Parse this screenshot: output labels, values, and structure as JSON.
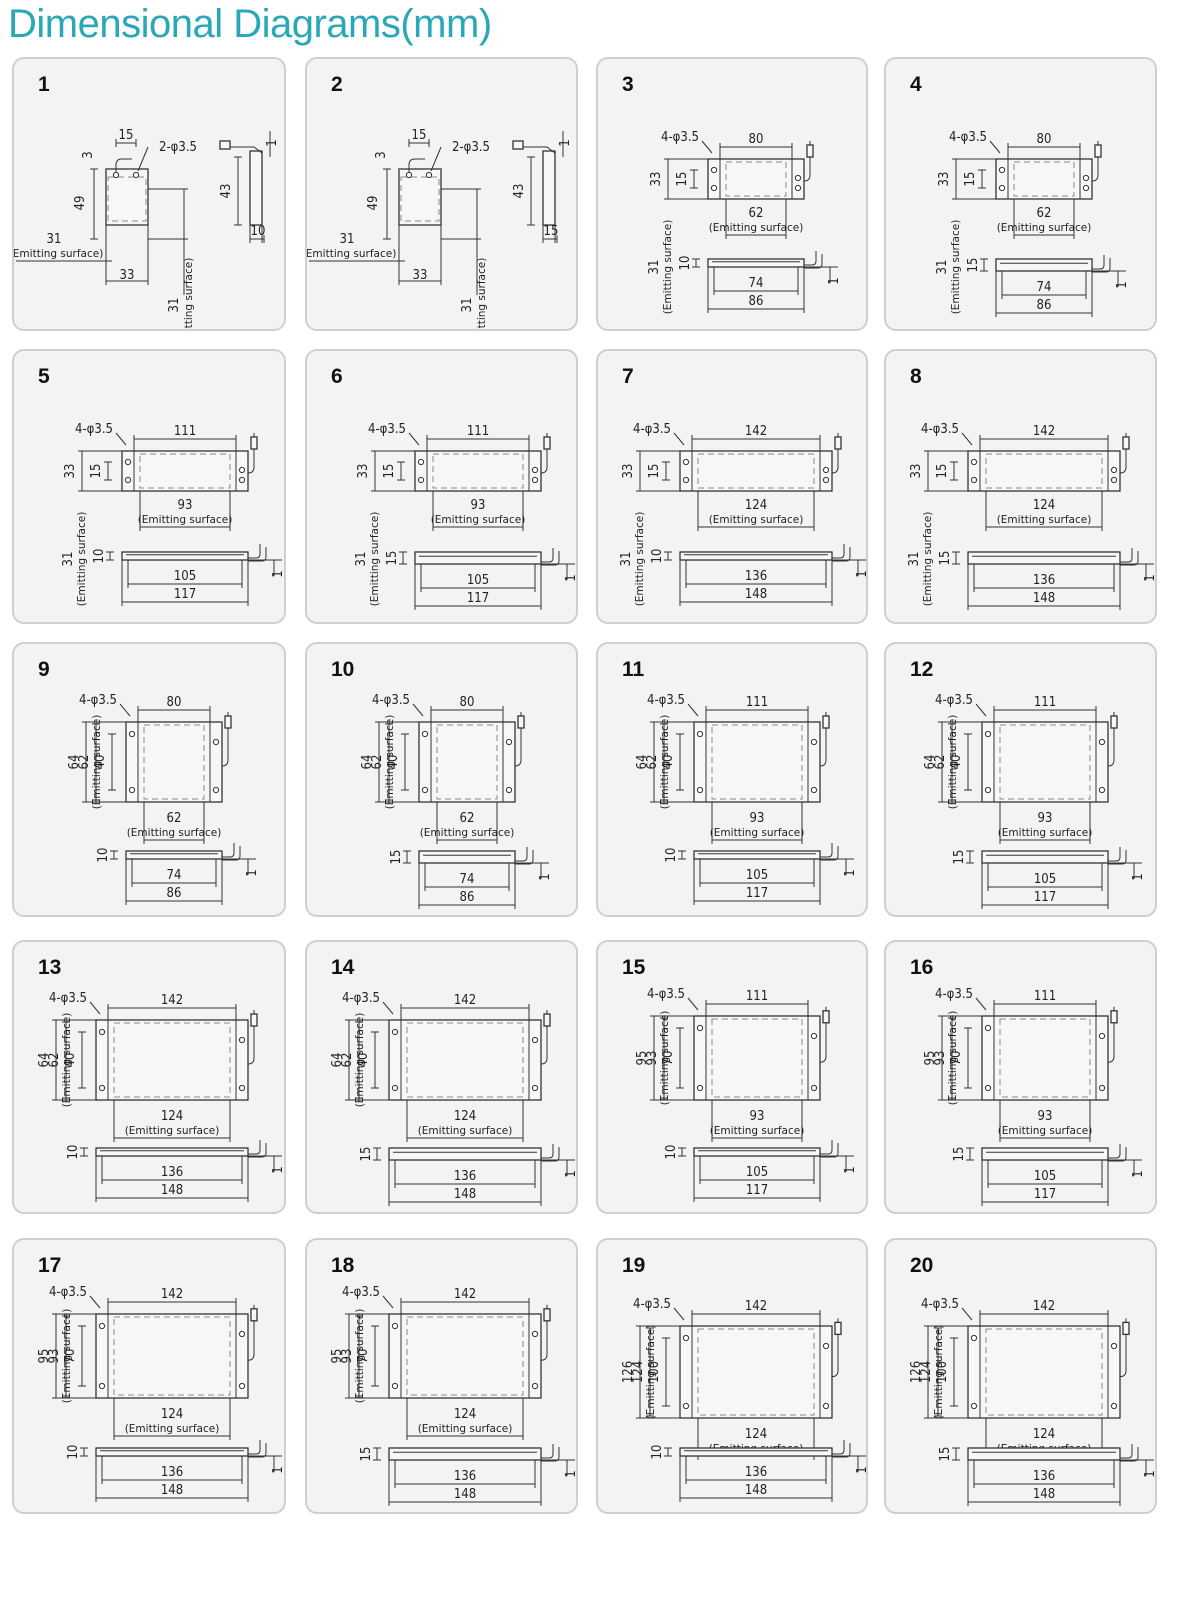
{
  "title": "Dimensional Diagrams(mm)",
  "labels": {
    "emitting": "(Emitting surface)",
    "hole4": "4-φ3.5",
    "hole2": "2-φ3.5"
  },
  "diagrams": [
    {
      "num": "1",
      "kind": "small",
      "body_w": "33",
      "body_h": "49",
      "hole_dy": "3",
      "hole_dx": "15",
      "emit_w": "31",
      "emit_h": "31",
      "side_h": "43",
      "side_w": "10"
    },
    {
      "num": "2",
      "kind": "small",
      "body_w": "33",
      "body_h": "49",
      "hole_dy": "3",
      "hole_dx": "15",
      "emit_w": "31",
      "emit_h": "31",
      "side_h": "43",
      "side_w": "15"
    },
    {
      "num": "3",
      "kind": "bar",
      "top": "80",
      "height": "33",
      "holes": "15",
      "emit_w": "62",
      "emit_h": "31",
      "inner": "74",
      "outer": "86",
      "thick": "10"
    },
    {
      "num": "4",
      "kind": "bar",
      "top": "80",
      "height": "33",
      "holes": "15",
      "emit_w": "62",
      "emit_h": "31",
      "inner": "74",
      "outer": "86",
      "thick": "15"
    },
    {
      "num": "5",
      "kind": "bar",
      "top": "111",
      "height": "33",
      "holes": "15",
      "emit_w": "93",
      "emit_h": "31",
      "inner": "105",
      "outer": "117",
      "thick": "10"
    },
    {
      "num": "6",
      "kind": "bar",
      "top": "111",
      "height": "33",
      "holes": "15",
      "emit_w": "93",
      "emit_h": "31",
      "inner": "105",
      "outer": "117",
      "thick": "15"
    },
    {
      "num": "7",
      "kind": "bar",
      "top": "142",
      "height": "33",
      "holes": "15",
      "emit_w": "124",
      "emit_h": "31",
      "inner": "136",
      "outer": "148",
      "thick": "10"
    },
    {
      "num": "8",
      "kind": "bar",
      "top": "142",
      "height": "33",
      "holes": "15",
      "emit_w": "124",
      "emit_h": "31",
      "inner": "136",
      "outer": "148",
      "thick": "15"
    },
    {
      "num": "9",
      "kind": "box",
      "top": "80",
      "height": "64",
      "emit_h": "62",
      "holes": "40",
      "emit_w": "62",
      "inner": "74",
      "outer": "86",
      "thick": "10"
    },
    {
      "num": "10",
      "kind": "box",
      "top": "80",
      "height": "64",
      "emit_h": "62",
      "holes": "40",
      "emit_w": "62",
      "inner": "74",
      "outer": "86",
      "thick": "15"
    },
    {
      "num": "11",
      "kind": "box",
      "top": "111",
      "height": "64",
      "emit_h": "62",
      "holes": "40",
      "emit_w": "93",
      "inner": "105",
      "outer": "117",
      "thick": "10"
    },
    {
      "num": "12",
      "kind": "box",
      "top": "111",
      "height": "64",
      "emit_h": "62",
      "holes": "40",
      "emit_w": "93",
      "inner": "105",
      "outer": "117",
      "thick": "15"
    },
    {
      "num": "13",
      "kind": "box",
      "top": "142",
      "height": "64",
      "emit_h": "62",
      "holes": "40",
      "emit_w": "124",
      "inner": "136",
      "outer": "148",
      "thick": "10"
    },
    {
      "num": "14",
      "kind": "box",
      "top": "142",
      "height": "64",
      "emit_h": "62",
      "holes": "40",
      "emit_w": "124",
      "inner": "136",
      "outer": "148",
      "thick": "15"
    },
    {
      "num": "15",
      "kind": "box",
      "top": "111",
      "height": "95",
      "emit_h": "93",
      "holes": "70",
      "emit_w": "93",
      "inner": "105",
      "outer": "117",
      "thick": "10"
    },
    {
      "num": "16",
      "kind": "box",
      "top": "111",
      "height": "95",
      "emit_h": "93",
      "holes": "70",
      "emit_w": "93",
      "inner": "105",
      "outer": "117",
      "thick": "15"
    },
    {
      "num": "17",
      "kind": "box",
      "top": "142",
      "height": "95",
      "emit_h": "93",
      "holes": "70",
      "emit_w": "124",
      "inner": "136",
      "outer": "148",
      "thick": "10"
    },
    {
      "num": "18",
      "kind": "box",
      "top": "142",
      "height": "95",
      "emit_h": "93",
      "holes": "70",
      "emit_w": "124",
      "inner": "136",
      "outer": "148",
      "thick": "15"
    },
    {
      "num": "19",
      "kind": "box",
      "top": "142",
      "height": "126",
      "emit_h": "124",
      "holes": "100",
      "emit_w": "124",
      "inner": "136",
      "outer": "148",
      "thick": "10"
    },
    {
      "num": "20",
      "kind": "box",
      "top": "142",
      "height": "126",
      "emit_h": "124",
      "holes": "100",
      "emit_w": "124",
      "inner": "136",
      "outer": "148",
      "thick": "15"
    }
  ],
  "side_thickness": "1"
}
